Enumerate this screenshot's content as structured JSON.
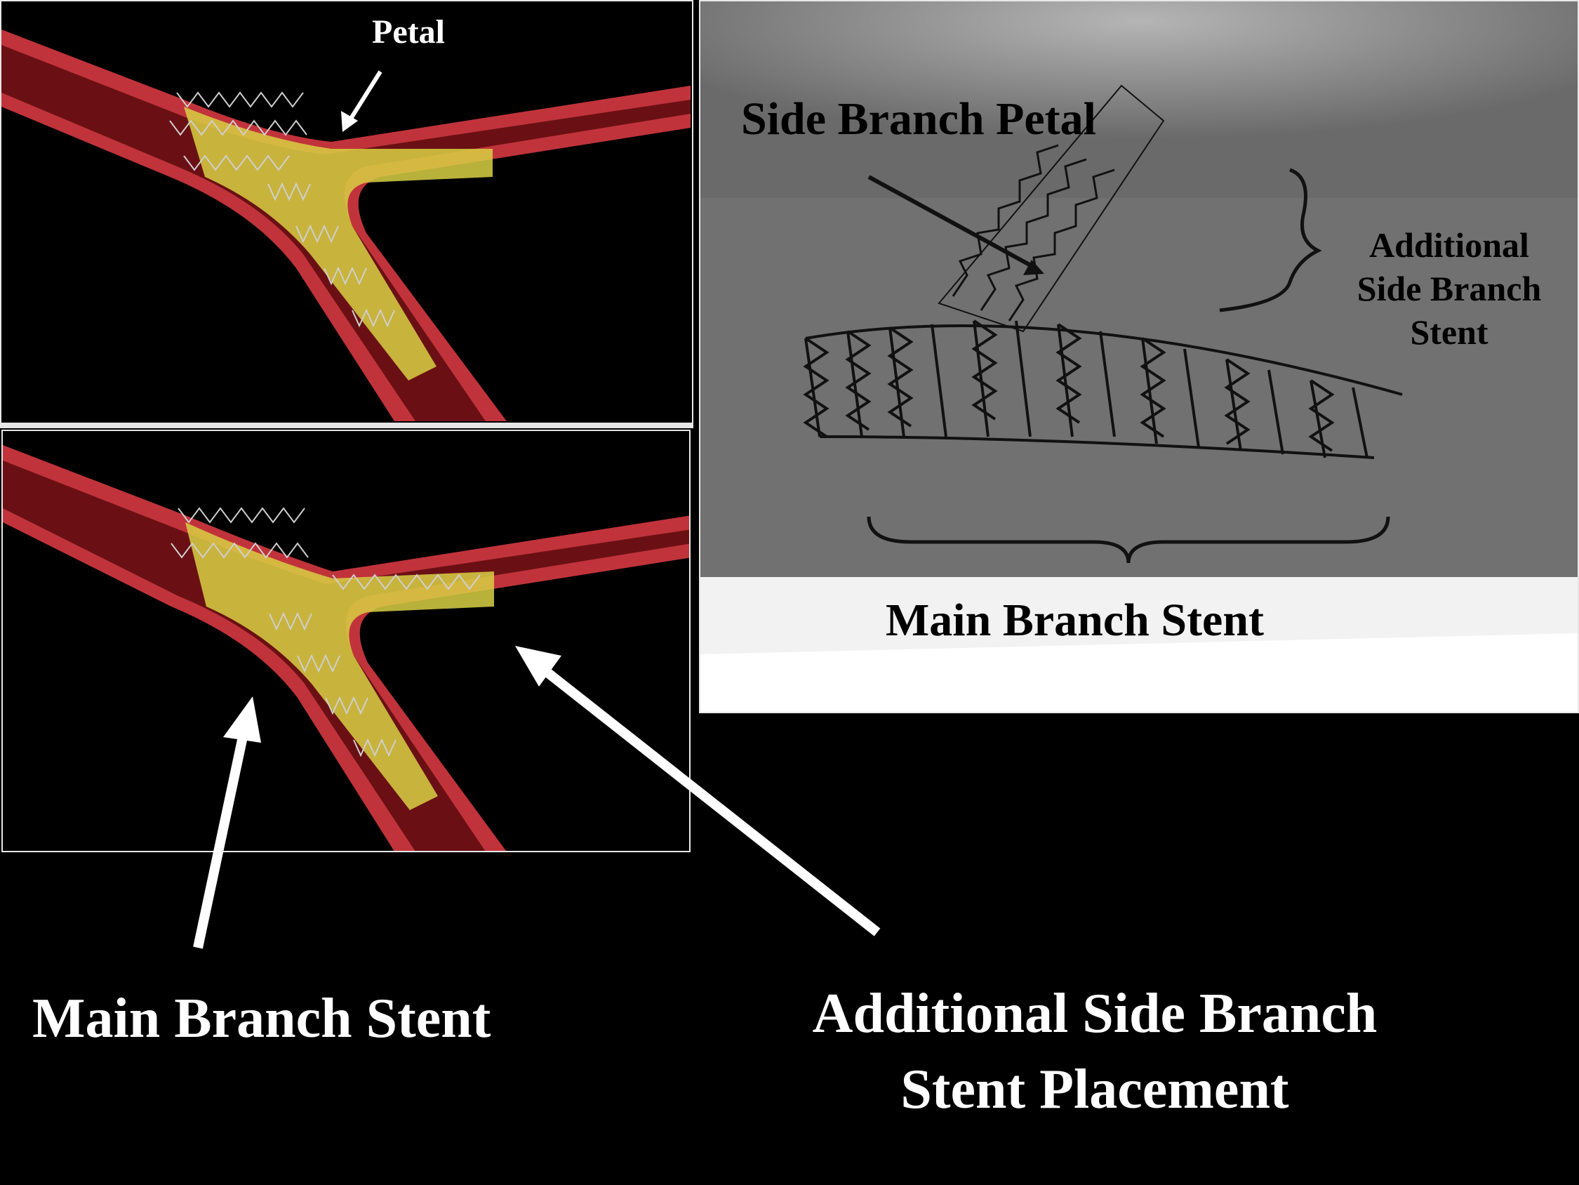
{
  "labels": {
    "petal": "Petal",
    "side_branch_petal": "Side Branch Petal",
    "additional_side_branch_stent": "Additional Side Branch Stent",
    "main_branch_stent_photo": "Main Branch Stent",
    "main_branch_stent_caption": "Main Branch Stent",
    "additional_side_branch_placement": "Additional Side Branch Stent Placement"
  },
  "colors": {
    "background": "#000000",
    "vessel_wall": "#d9424a",
    "vessel_lumen": "#7a1418",
    "plaque": "#e6e04a",
    "stent_wire": "#c8c8c8",
    "photo_bg": "#6f6f6f"
  }
}
